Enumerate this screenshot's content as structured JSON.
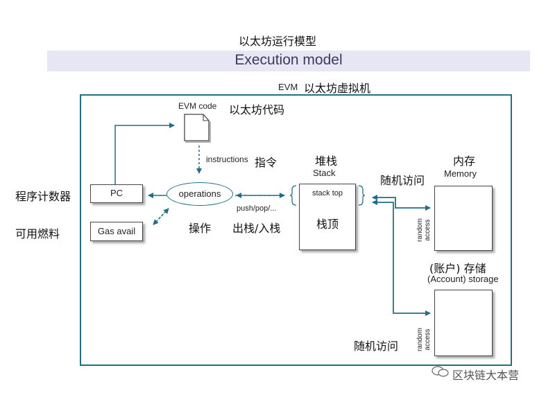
{
  "title_cn": "以太坊运行模型",
  "banner_title": "Execution model",
  "evm_label_en": "EVM",
  "evm_label_cn": "以太坊虚拟机",
  "evm_code": {
    "label_en": "EVM code",
    "label_cn": "以太坊代码"
  },
  "instructions": {
    "label_en": "instructions",
    "label_cn": "指令"
  },
  "operations": {
    "label_en": "operations",
    "label_cn": "操作"
  },
  "pc": {
    "label_en": "PC",
    "label_cn": "程序计数器"
  },
  "gas": {
    "label_en": "Gas avail",
    "label_cn": "可用燃料"
  },
  "push_pop": {
    "label_en": "push/pop/...",
    "label_cn": "出栈/入栈"
  },
  "stack": {
    "title_cn": "堆栈",
    "title_en": "Stack",
    "top_label": "stack top",
    "body_cn": "栈顶"
  },
  "memory": {
    "title_cn": "内存",
    "title_en": "Memory",
    "access_cn": "随机访问",
    "access_en_1": "random",
    "access_en_2": "access"
  },
  "storage": {
    "title_cn": "(账户) 存储",
    "title_en": "(Account) storage",
    "access_cn": "随机访问",
    "access_en_1": "random",
    "access_en_2": "access"
  },
  "watermark": "区块链大本营",
  "colors": {
    "arrow": "#1f6e86",
    "banner_bg": "#e6e6f4",
    "banner_text": "#3a3a5e"
  }
}
